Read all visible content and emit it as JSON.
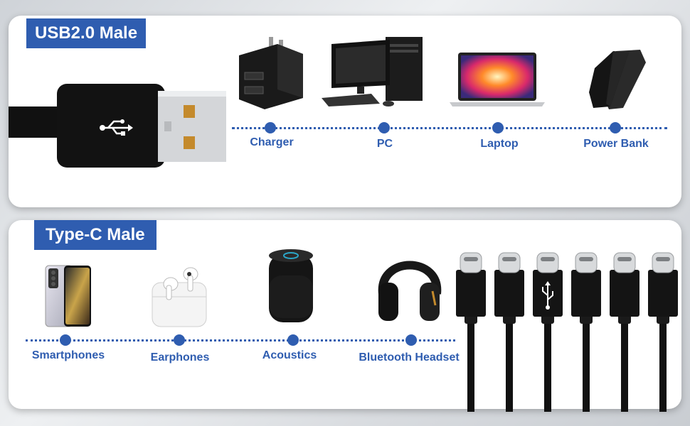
{
  "sections": {
    "usb": {
      "title": "USB2.0 Male",
      "devices": [
        {
          "label": "Charger",
          "icon": "wall-charger-icon"
        },
        {
          "label": "PC",
          "icon": "desktop-pc-icon"
        },
        {
          "label": "Laptop",
          "icon": "laptop-icon"
        },
        {
          "label": "Power Bank",
          "icon": "power-bank-icon"
        }
      ]
    },
    "typec": {
      "title": "Type-C Male",
      "devices": [
        {
          "label": "Smartphones",
          "icon": "smartphone-icon"
        },
        {
          "label": "Earphones",
          "icon": "earbuds-case-icon"
        },
        {
          "label": "Acoustics",
          "icon": "smart-speaker-icon"
        },
        {
          "label": "Bluetooth Headset",
          "icon": "headphones-icon"
        }
      ],
      "connector_count": 6
    }
  },
  "colors": {
    "accent": "#2f5db0",
    "cable": "#111111",
    "panel": "#ffffff"
  }
}
